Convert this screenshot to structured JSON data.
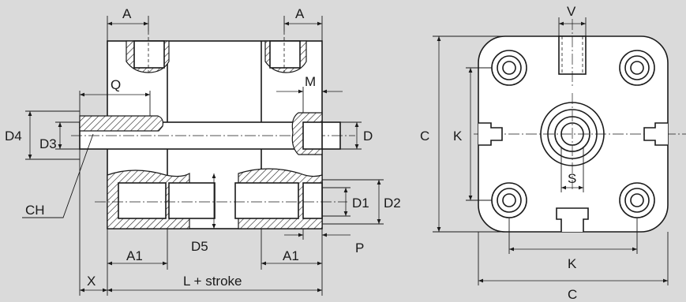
{
  "labels": {
    "A_left": "A",
    "A_right": "A",
    "Q": "Q",
    "M": "M",
    "D4": "D4",
    "D3": "D3",
    "D": "D",
    "CH": "CH",
    "D1": "D1",
    "D2": "D2",
    "D5": "D5",
    "A1_left": "A1",
    "A1_right": "A1",
    "P": "P",
    "X": "X",
    "L_stroke": "L + stroke",
    "V": "V",
    "C_left": "C",
    "K_left": "K",
    "S": "S",
    "K_bottom": "K",
    "C_bottom": "C"
  },
  "colors": {
    "background": "#dadada",
    "line": "#1a1a1a",
    "body": "#ffffff"
  }
}
